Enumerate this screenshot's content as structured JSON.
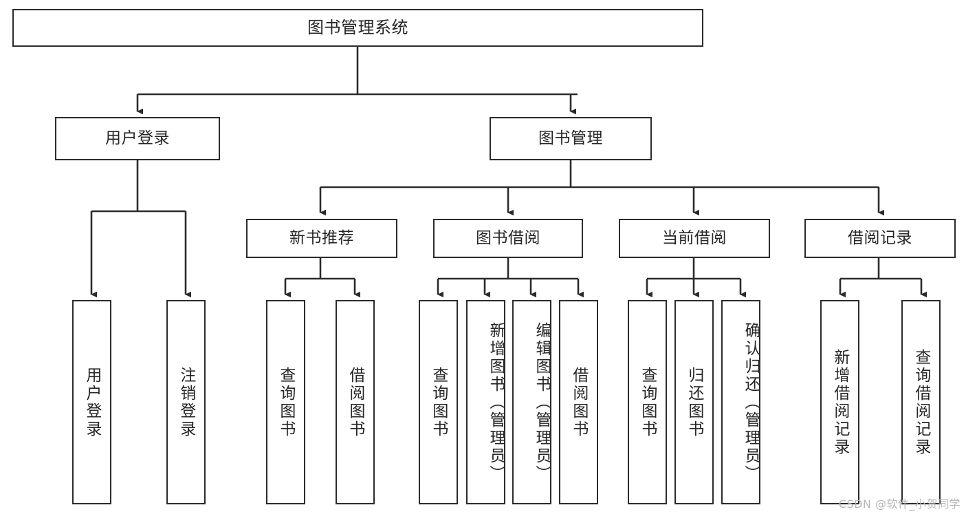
{
  "diagram": {
    "title": "图书管理系统",
    "type": "tree-hierarchy",
    "watermark": "CSDN @软件_小贺同学",
    "colors": {
      "stroke": "#2b2b2b",
      "fill": "#ffffff",
      "text": "#262626",
      "watermark": "#b6b6b6"
    },
    "root": {
      "label": "图书管理系统"
    },
    "level2": {
      "user_login": {
        "label": "用户登录"
      },
      "book_manage": {
        "label": "图书管理"
      }
    },
    "level3": {
      "new_book_recommend": {
        "label": "新书推荐"
      },
      "book_borrow": {
        "label": "图书借阅"
      },
      "current_borrow": {
        "label": "当前借阅"
      },
      "borrow_record": {
        "label": "借阅记录"
      }
    },
    "leaves": {
      "user_login": [
        {
          "label": "用户登录"
        },
        {
          "label": "注销登录"
        }
      ],
      "new_book_recommend": [
        {
          "label": "查询图书"
        },
        {
          "label": "借阅图书"
        }
      ],
      "book_borrow": [
        {
          "label": "查询图书"
        },
        {
          "label": "新增图书（管理员）"
        },
        {
          "label": "编辑图书（管理员）"
        },
        {
          "label": "借阅图书"
        }
      ],
      "current_borrow": [
        {
          "label": "查询图书"
        },
        {
          "label": "归还图书"
        },
        {
          "label": "确认归还（管理员）"
        }
      ],
      "borrow_record": [
        {
          "label": "新增借阅记录"
        },
        {
          "label": "查询借阅记录"
        }
      ]
    }
  }
}
